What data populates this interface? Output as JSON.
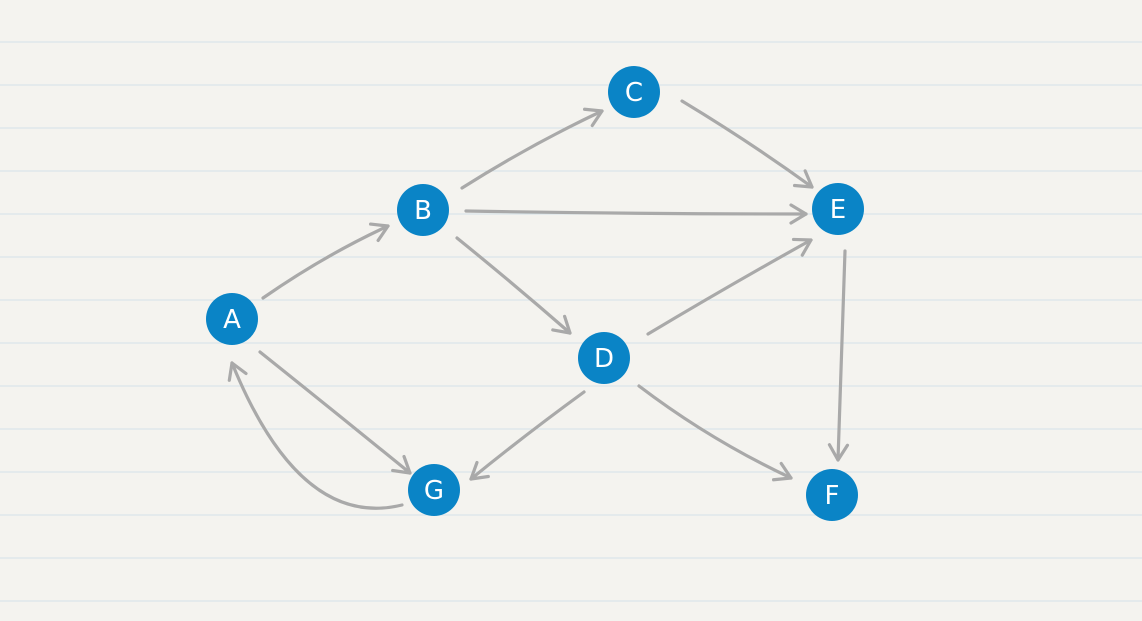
{
  "colors": {
    "background": "#f4f3ef",
    "ruled_line": "#d3e2e8",
    "node_fill": "#0a84c6",
    "node_label": "#ffffff",
    "edge": "#a9a9a9"
  },
  "graph": {
    "directed": true,
    "nodes": [
      {
        "id": "A",
        "label": "A"
      },
      {
        "id": "B",
        "label": "B"
      },
      {
        "id": "C",
        "label": "C"
      },
      {
        "id": "D",
        "label": "D"
      },
      {
        "id": "E",
        "label": "E"
      },
      {
        "id": "F",
        "label": "F"
      },
      {
        "id": "G",
        "label": "G"
      }
    ],
    "edges": [
      {
        "from": "A",
        "to": "B"
      },
      {
        "from": "A",
        "to": "G"
      },
      {
        "from": "G",
        "to": "A"
      },
      {
        "from": "B",
        "to": "C"
      },
      {
        "from": "B",
        "to": "E"
      },
      {
        "from": "B",
        "to": "D"
      },
      {
        "from": "C",
        "to": "E"
      },
      {
        "from": "D",
        "to": "E"
      },
      {
        "from": "D",
        "to": "G"
      },
      {
        "from": "D",
        "to": "F"
      },
      {
        "from": "E",
        "to": "F"
      }
    ]
  }
}
